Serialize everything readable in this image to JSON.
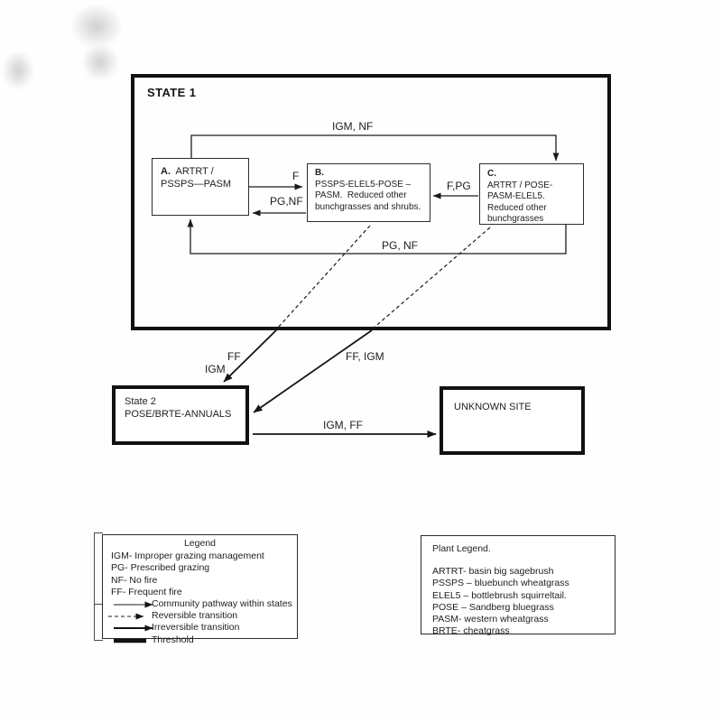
{
  "state1": {
    "title": "STATE 1",
    "box_a": {
      "id": "A.",
      "line1": "ARTRT /",
      "line2": "PSSPS—PASM"
    },
    "box_b": {
      "id": "B.",
      "lines": [
        "PSSPS-ELEL5-POSE –",
        "PASM.  Reduced other",
        "bunchgrasses and shrubs."
      ]
    },
    "box_c": {
      "id": "C.",
      "lines": [
        "ARTRT / POSE-",
        "PASM-ELEL5.",
        "Reduced other",
        "bunchgrasses"
      ]
    },
    "pathways": {
      "a_to_c": "IGM, NF",
      "a_to_b": "F",
      "b_to_a": "PG,NF",
      "c_to_b": "F,PG",
      "c_to_a": "PG, NF"
    }
  },
  "transitions": {
    "b_to_state2_line1": "FF",
    "b_to_state2_line2": "IGM",
    "c_to_state2": "FF, IGM",
    "state2_to_unknown": "IGM, FF"
  },
  "state2": {
    "title": "State 2",
    "name": "POSE/BRTE-ANNUALS"
  },
  "unknown": {
    "title": "UNKNOWN SITE"
  },
  "legend": {
    "title": "Legend",
    "abbreviations": [
      "IGM- Improper grazing management",
      "PG- Prescribed grazing",
      "NF- No fire",
      "FF- Frequent fire"
    ],
    "symbols": [
      {
        "type": "thin-arrow",
        "label": "Community pathway within states"
      },
      {
        "type": "dashed-arrow",
        "label": "Reversible transition"
      },
      {
        "type": "solid-arrow",
        "label": "Irreversible transition"
      },
      {
        "type": "thick-line",
        "label": "Threshold"
      }
    ]
  },
  "plant_legend": {
    "title": "Plant Legend.",
    "entries": [
      "ARTRT- basin big sagebrush",
      "PSSPS – bluebunch wheatgrass",
      "ELEL5 – bottlebrush squirreltail.",
      "POSE – Sandberg bluegrass",
      "PASM- western wheatgrass",
      "BRTE- cheatgrass"
    ]
  },
  "colors": {
    "line": "#1c1c1c",
    "text": "#1e1e1e",
    "background": "#fefefe"
  }
}
